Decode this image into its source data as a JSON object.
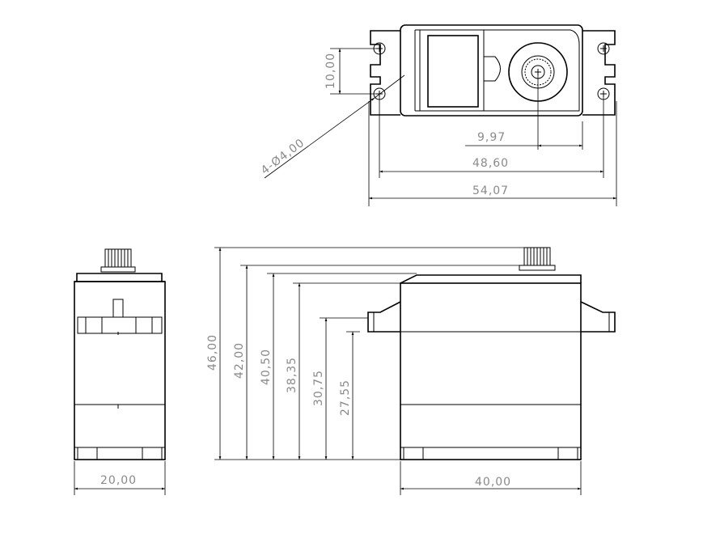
{
  "dimensions": {
    "hole_spacing": "10,00",
    "hole_dia": "4-Ø4,00",
    "shaft_offset": "9,97",
    "hole_span": "48,60",
    "overall_length": "54,07",
    "height_total": "46,00",
    "height_42": "42,00",
    "height_40": "40,50",
    "height_38": "38,35",
    "height_30": "30,75",
    "height_27": "27,55",
    "width": "20,00",
    "length": "40,00"
  }
}
